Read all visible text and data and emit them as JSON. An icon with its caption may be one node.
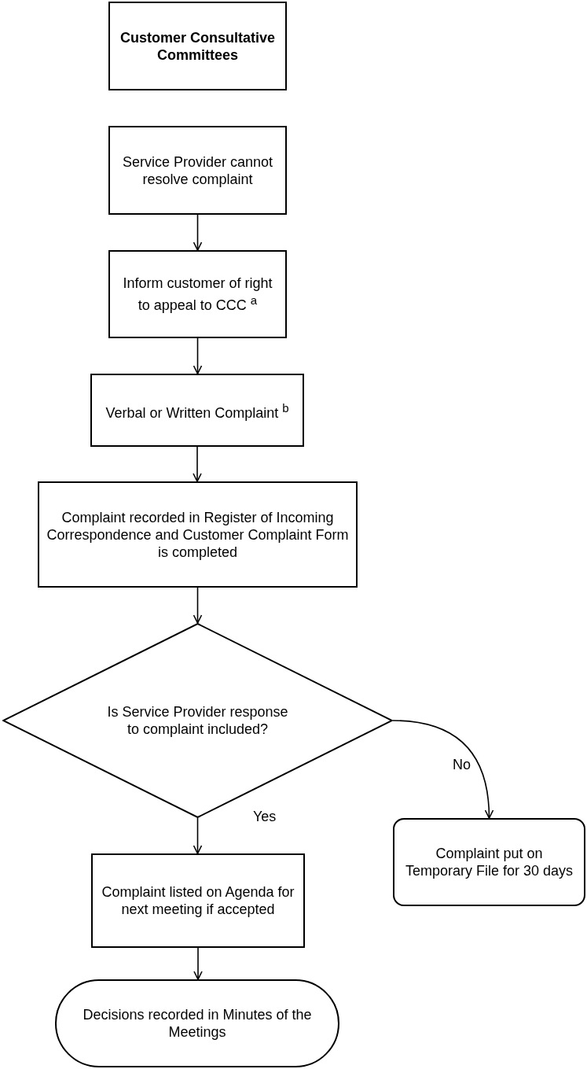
{
  "diagram": {
    "nodes": [
      {
        "text": [
          "Customer Consultative Committees"
        ]
      },
      {
        "text": [
          "Service Provider cannot resolve complaint"
        ]
      },
      {
        "text": [
          "Inform customer of right to appeal to CCC $^{a}$"
        ]
      },
      {
        "text": [
          "Verbal or Written Complaint $^{b}$"
        ]
      },
      {
        "text": [
          "Complaint recorded in Register of Incoming Correspondence and Customer Complaint Form is completed"
        ]
      },
      {
        "text": [
          "Is Service Provider response to complaint included?"
        ]
      },
      {
        "text": [
          "Complaint listed on Agenda for next meeting if accepted"
        ]
      },
      {
        "text": [
          "Decisions recorded in Minutes of the Meetings"
        ]
      },
      {
        "text": [
          "Complaint put on Temporary File for 30 days"
        ]
      }
    ],
    "edges": [
      {
        "from": 1,
        "to": 2,
        "arrow": "to"
      },
      {
        "from": 2,
        "to": 3,
        "arrow": "to"
      },
      {
        "from": 3,
        "to": 4,
        "arrow": "to"
      },
      {
        "from": 4,
        "to": 5,
        "arrow": "to"
      },
      {
        "from": 5,
        "to": 6,
        "arrow": "to",
        "label": "Yes"
      },
      {
        "from": 6,
        "to": 7,
        "arrow": "to"
      },
      {
        "from": 5,
        "to": 8,
        "arrow": "to",
        "label": "No"
      }
    ]
  }
}
